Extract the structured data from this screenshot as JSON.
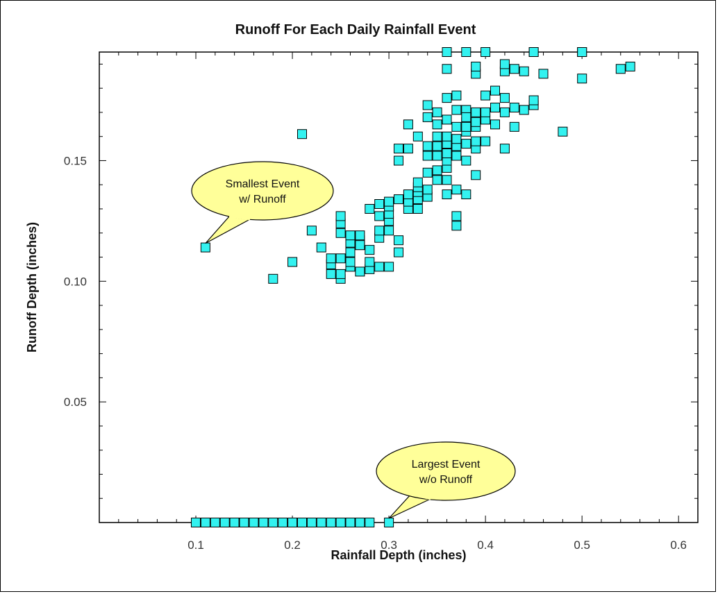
{
  "chart_data": {
    "type": "scatter",
    "title": "Runoff For Each Daily Rainfall Event",
    "xlabel": "Rainfall Depth (inches)",
    "ylabel": "Runoff Depth (inches)",
    "xlim": [
      0.0,
      0.62
    ],
    "ylim": [
      0.0,
      0.195
    ],
    "x_ticks": [
      0.1,
      0.2,
      0.3,
      0.4,
      0.5,
      0.6
    ],
    "x_tick_labels": [
      "0.1",
      "0.2",
      "0.3",
      "0.4",
      "0.5",
      "0.6"
    ],
    "y_ticks": [
      0.05,
      0.1,
      0.15
    ],
    "y_tick_labels": [
      "0.05",
      "0.10",
      "0.15"
    ],
    "grid": false,
    "point_color": "#33f2f0",
    "annotations": [
      {
        "text_lines": [
          "Smallest Event",
          "w/ Runoff"
        ],
        "x": 0.11,
        "y": 0.114
      },
      {
        "text_lines": [
          "Largest Event",
          "w/o Runoff"
        ],
        "x": 0.3,
        "y": 0.0
      }
    ],
    "x": [
      0.1,
      0.11,
      0.12,
      0.13,
      0.14,
      0.15,
      0.16,
      0.17,
      0.18,
      0.19,
      0.2,
      0.21,
      0.22,
      0.23,
      0.24,
      0.25,
      0.26,
      0.27,
      0.28,
      0.3,
      0.11,
      0.18,
      0.2,
      0.21,
      0.22,
      0.23,
      0.24,
      0.24,
      0.24,
      0.25,
      0.25,
      0.25,
      0.25,
      0.25,
      0.25,
      0.26,
      0.26,
      0.26,
      0.26,
      0.26,
      0.27,
      0.27,
      0.27,
      0.27,
      0.27,
      0.28,
      0.28,
      0.28,
      0.28,
      0.29,
      0.29,
      0.29,
      0.29,
      0.29,
      0.3,
      0.3,
      0.3,
      0.3,
      0.3,
      0.3,
      0.31,
      0.31,
      0.31,
      0.31,
      0.31,
      0.32,
      0.32,
      0.32,
      0.32,
      0.32,
      0.33,
      0.33,
      0.33,
      0.33,
      0.33,
      0.33,
      0.34,
      0.34,
      0.34,
      0.34,
      0.34,
      0.34,
      0.34,
      0.35,
      0.35,
      0.35,
      0.35,
      0.35,
      0.35,
      0.35,
      0.36,
      0.36,
      0.36,
      0.36,
      0.36,
      0.36,
      0.36,
      0.36,
      0.36,
      0.36,
      0.37,
      0.37,
      0.37,
      0.37,
      0.37,
      0.37,
      0.37,
      0.37,
      0.37,
      0.38,
      0.38,
      0.38,
      0.38,
      0.38,
      0.38,
      0.38,
      0.38,
      0.39,
      0.39,
      0.39,
      0.39,
      0.39,
      0.39,
      0.39,
      0.39,
      0.4,
      0.4,
      0.4,
      0.4,
      0.41,
      0.41,
      0.41,
      0.42,
      0.42,
      0.42,
      0.42,
      0.42,
      0.43,
      0.43,
      0.43,
      0.44,
      0.44,
      0.45,
      0.45,
      0.45,
      0.46,
      0.48,
      0.5,
      0.5,
      0.54,
      0.55,
      0.36,
      0.38,
      0.4,
      0.45,
      0.5
    ],
    "y": [
      0.0,
      0.0,
      0.0,
      0.0,
      0.0,
      0.0,
      0.0,
      0.0,
      0.0,
      0.0,
      0.0,
      0.0,
      0.0,
      0.0,
      0.0,
      0.0,
      0.0,
      0.0,
      0.0,
      0.0,
      0.114,
      0.101,
      0.108,
      0.161,
      0.121,
      0.114,
      0.103,
      0.107,
      0.1095,
      0.101,
      0.103,
      0.1095,
      0.12,
      0.124,
      0.127,
      0.106,
      0.108,
      0.112,
      0.116,
      0.119,
      0.104,
      0.115,
      0.117,
      0.119,
      0.115,
      0.105,
      0.108,
      0.113,
      0.13,
      0.106,
      0.118,
      0.121,
      0.127,
      0.132,
      0.106,
      0.121,
      0.125,
      0.128,
      0.131,
      0.133,
      0.112,
      0.117,
      0.134,
      0.15,
      0.155,
      0.13,
      0.133,
      0.136,
      0.155,
      0.165,
      0.13,
      0.134,
      0.137,
      0.139,
      0.141,
      0.16,
      0.135,
      0.138,
      0.145,
      0.152,
      0.156,
      0.168,
      0.173,
      0.142,
      0.146,
      0.152,
      0.156,
      0.16,
      0.165,
      0.17,
      0.136,
      0.142,
      0.147,
      0.15,
      0.153,
      0.157,
      0.16,
      0.167,
      0.176,
      0.188,
      0.123,
      0.127,
      0.138,
      0.152,
      0.156,
      0.159,
      0.164,
      0.171,
      0.177,
      0.136,
      0.15,
      0.157,
      0.162,
      0.166,
      0.171,
      0.164,
      0.168,
      0.144,
      0.155,
      0.158,
      0.164,
      0.166,
      0.17,
      0.186,
      0.189,
      0.158,
      0.167,
      0.17,
      0.177,
      0.165,
      0.172,
      0.179,
      0.155,
      0.17,
      0.176,
      0.187,
      0.19,
      0.164,
      0.172,
      0.188,
      0.171,
      0.187,
      0.173,
      0.175,
      0.195,
      0.186,
      0.162,
      0.184,
      0.195,
      0.188,
      0.189,
      0.195,
      0.195,
      0.195,
      0.195,
      0.195
    ]
  }
}
